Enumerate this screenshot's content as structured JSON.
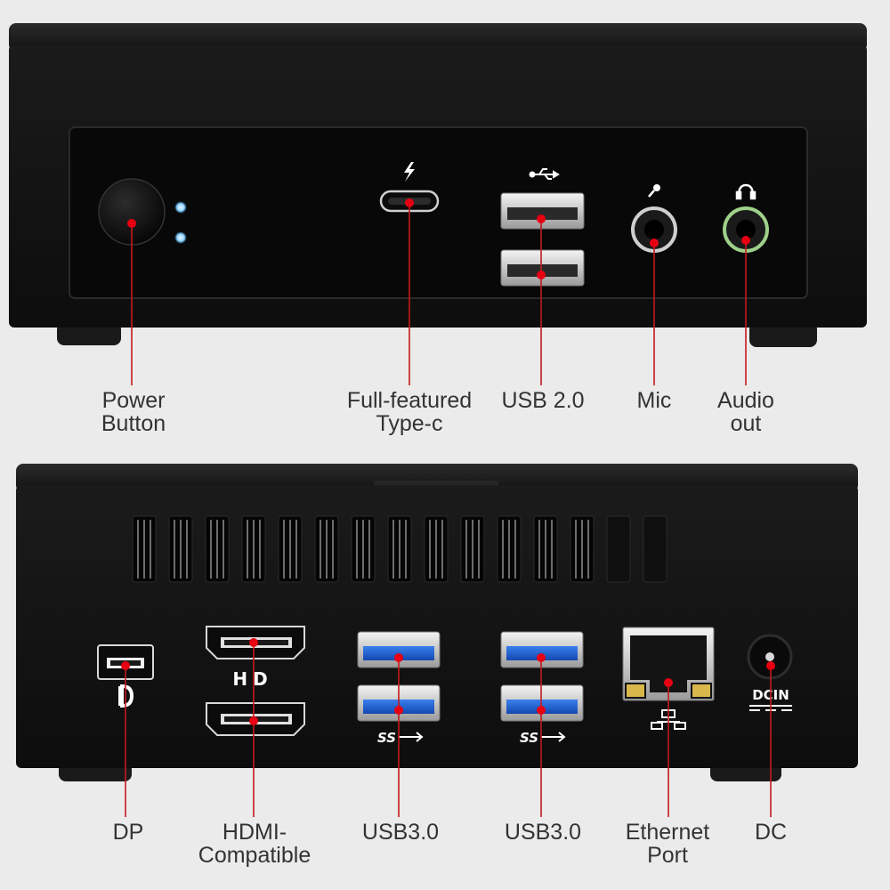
{
  "colors": {
    "background": "#ebebeb",
    "case": "#161616",
    "panel": "#0b0b0b",
    "leader_line": "#c41a1a",
    "leader_dot": "#e60012",
    "usb3_blue": "#1f64d6",
    "label_text": "#333333"
  },
  "front_panel": {
    "ports": [
      {
        "id": "power",
        "lines": [
          "Power",
          "Button"
        ],
        "icon": "power-button-icon"
      },
      {
        "id": "typec",
        "lines": [
          "Full-featured",
          "Type-c"
        ],
        "icon": "lightning-icon"
      },
      {
        "id": "usb2",
        "lines": [
          "USB 2.0"
        ],
        "icon": "usb-icon"
      },
      {
        "id": "mic",
        "lines": [
          "Mic"
        ],
        "icon": "microphone-icon"
      },
      {
        "id": "audio",
        "lines": [
          "Audio",
          "out"
        ],
        "icon": "headphones-icon"
      }
    ]
  },
  "rear_panel": {
    "ports": [
      {
        "id": "dp",
        "lines": [
          "DP"
        ],
        "icon": "displayport-icon"
      },
      {
        "id": "hdmi",
        "lines": [
          "HDMI-",
          "Compatible"
        ],
        "icon": "hd-logo-icon"
      },
      {
        "id": "usb3a",
        "lines": [
          "USB3.0"
        ],
        "icon": "ss-usb-icon"
      },
      {
        "id": "usb3b",
        "lines": [
          "USB3.0"
        ],
        "icon": "ss-usb-icon"
      },
      {
        "id": "ethernet",
        "lines": [
          "Ethernet",
          "Port"
        ],
        "icon": "network-icon"
      },
      {
        "id": "dc",
        "lines": [
          "DC"
        ],
        "icon": "dc-jack-icon"
      }
    ],
    "logos": {
      "hd": "HD",
      "ss1": "SS",
      "ss2": "SS",
      "dcin": "DCIN"
    }
  }
}
